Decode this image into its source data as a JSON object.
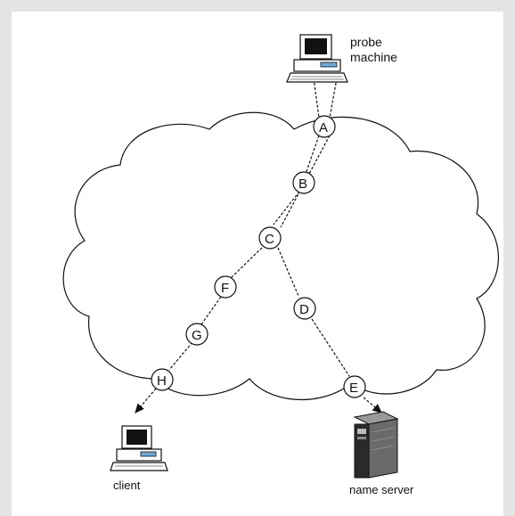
{
  "labels": {
    "probe_machine_line1": "probe",
    "probe_machine_line2": "machine",
    "client": "client",
    "name_server": "name server"
  },
  "nodes": {
    "A": "A",
    "B": "B",
    "C": "C",
    "D": "D",
    "E": "E",
    "F": "F",
    "G": "G",
    "H": "H"
  },
  "colors": {
    "background": "#e4e4e4",
    "panel": "#ffffff",
    "lines": "#111111",
    "probe_accent": "#6aa9d8",
    "server_body": "#6a6a6a"
  },
  "icons": {
    "probe_machine": "desktop-computer-icon",
    "client": "desktop-computer-icon",
    "name_server": "server-tower-icon"
  }
}
